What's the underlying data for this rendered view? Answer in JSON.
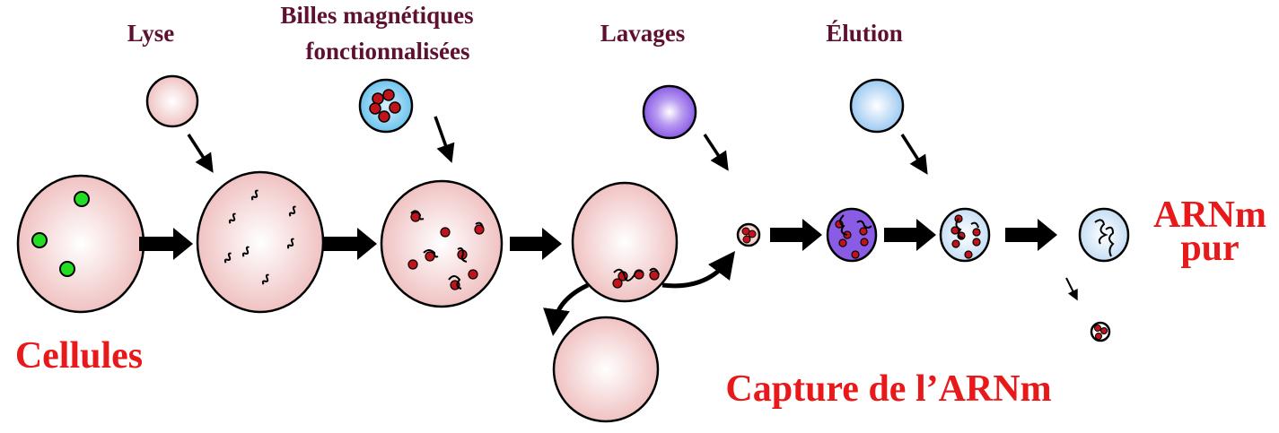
{
  "steps": {
    "lysis": "Lyse",
    "beads_line1": "Billes magnétiques",
    "beads_line2": "fonctionnalisées",
    "washes": "Lavages",
    "elution": "Élution"
  },
  "outcomes": {
    "cells": "Cellules",
    "capture": "Capture de l’ARNm",
    "pure_line1": "ARNm",
    "pure_line2": "pur"
  },
  "colors": {
    "step_label": "#5e1030",
    "outcome_label": "#e8191a",
    "cell_fill": "#f2c6c6",
    "wash_buffer": "#8a5ce6",
    "elution_buffer": "#bcd8f5",
    "bead": "#c0141a",
    "organelle": "#22dd22"
  }
}
